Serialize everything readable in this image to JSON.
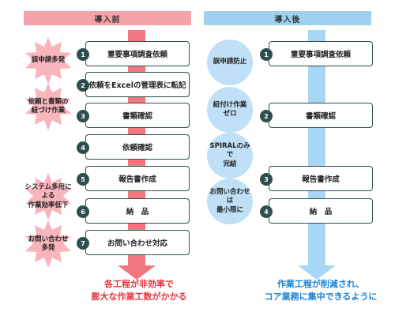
{
  "headers": {
    "before": "導入前",
    "after": "導入後"
  },
  "before_steps": [
    {
      "num": "1",
      "label": "重要事項調査依頼"
    },
    {
      "num": "2",
      "label": "依頼をExcelの管理表に転記"
    },
    {
      "num": "3",
      "label": "書類確認"
    },
    {
      "num": "4",
      "label": "依頼確認"
    },
    {
      "num": "5",
      "label": "報告書作成"
    },
    {
      "num": "6",
      "label": "納　品"
    },
    {
      "num": "7",
      "label": "お問い合わせ対応"
    }
  ],
  "after_steps": [
    {
      "num": "1",
      "label": "重要事項調査依頼"
    },
    {
      "num": "2",
      "label": "書類確認"
    },
    {
      "num": "3",
      "label": "報告書作成"
    },
    {
      "num": "4",
      "label": "納　品"
    }
  ],
  "problems": [
    "誤申請多発",
    "依頼と書類の\n紐づけ作業",
    "システム多用による\n作業効率低下",
    "お問い合わせ\n多発"
  ],
  "solutions": [
    "誤申請防止",
    "紐付け作業\nゼロ",
    "SPIRALのみで\n完結",
    "お問い合わせは\n最小限に"
  ],
  "footers": {
    "before": "各工程が非効率で\n膨大な作業工数がかかる",
    "after": "作業工程が削減され、\nコア業務に集中できるように"
  },
  "colors": {
    "before_accent": "#f1767f",
    "after_accent": "#a8d6f5",
    "step_border": "#2f4f4f",
    "before_text": "#e8333f",
    "after_text": "#1a83d4"
  }
}
